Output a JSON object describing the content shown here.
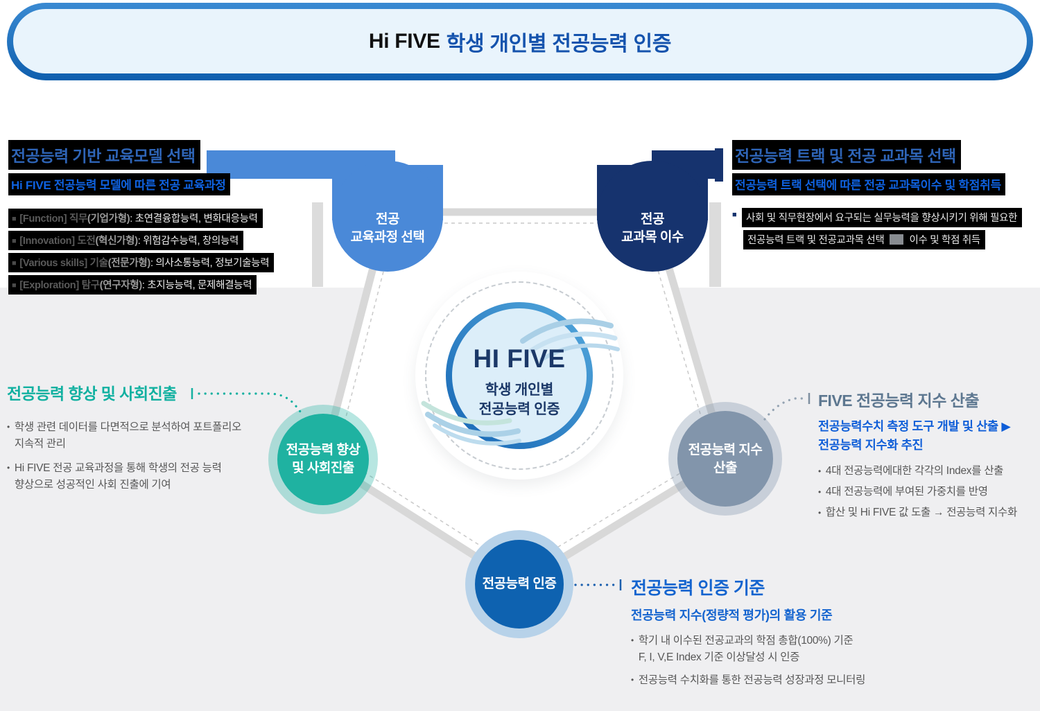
{
  "banner": {
    "title_prefix": "Hi FIVE",
    "title_rest": "학생 개인별 전공능력 인증"
  },
  "center": {
    "title": "HI FIVE",
    "sub1": "학생 개인별",
    "sub2": "전공능력 인증"
  },
  "nodes": {
    "curriculum": {
      "line1": "전공",
      "line2": "교육과정 선택",
      "color": "#4a89d8"
    },
    "courses": {
      "line1": "전공",
      "line2": "교과목 이수",
      "color": "#16336e"
    },
    "improve": {
      "line1": "전공능력 향상",
      "line2": "및 사회진출",
      "color": "#1fb2a1"
    },
    "index": {
      "line1": "전공능력 지수",
      "line2": "산출",
      "color": "#8295ab"
    },
    "cert": {
      "label": "전공능력 인증",
      "color": "#0e62b0"
    }
  },
  "sections": {
    "model": {
      "heading": "전공능력 기반 교육모델 선택",
      "subheading": "Hi FIVE 전공능력 모델에 따른 전공 교육과정",
      "bullets": [
        {
          "en": "[Function] 직무",
          "type": "(기업가형)",
          "desc": ": 초연결융합능력, 변화대응능력"
        },
        {
          "en": "[Innovation] 도전",
          "type": "(혁신가형)",
          "desc": ": 위험감수능력, 창의능력"
        },
        {
          "en": "[Various skills] 기술",
          "type": "(전문가형)",
          "desc": ": 의사소통능력, 정보기술능력"
        },
        {
          "en": "[Exploration] 탐구",
          "type": "(연구자형)",
          "desc": ": 초지능능력, 문제해결능력"
        }
      ]
    },
    "track": {
      "heading": "전공능력 트랙 및 전공 교과목 선택",
      "subheading": "전공능력 트랙 선택에 따른 전공 교과목이수 및 학점취득",
      "line1": "사회 및 직무현장에서 요구되는 실무능력을 향상시키기 위해 필요한",
      "line2_pre": "전공능력 트랙 및 전공교과목 선택",
      "line2_post": "이수 및 학점 취득"
    },
    "improve": {
      "heading": "전공능력 향상 및 사회진출",
      "bullets": [
        {
          "lines": [
            "학생 관련 데이터를 다면적으로 분석하여 포트폴리오",
            "지속적 관리"
          ]
        },
        {
          "lines": [
            "Hi FIVE 전공 교육과정을 통해 학생의 전공 능력",
            "향상으로 성공적인 사회 진출에 기여"
          ]
        }
      ]
    },
    "index": {
      "heading": "FIVE 전공능력 지수 산출",
      "sub1": "전공능력수치 측정 도구 개발 및 산출 ▶",
      "sub2": "전공능력 지수화 추진",
      "bullets": [
        "4대 전공능력에대한 각각의 Index를 산출",
        "4대 전공능력에 부여된 가중치를 반영",
        "합산 및 Hi FIVE 값 도출 → 전공능력 지수화"
      ]
    },
    "cert": {
      "heading": "전공능력 인증 기준",
      "subheading": "전공능력 지수(정량적 평가)의 활용 기준",
      "bullets": [
        {
          "lines": [
            "학기 내 이수된 전공교과의 학점 총합(100%) 기준",
            "F, I, V,E Index 기준 이상달성 시 인증"
          ]
        },
        {
          "lines": [
            "전공능력 수치화를 통한 전공능력 성장과정 모니터링"
          ]
        }
      ]
    }
  },
  "ui": {
    "square_marker": "■",
    "dot_marker": "•"
  },
  "colors": {
    "banner_border": "#1062b4",
    "banner_fill": "#e9f4fc",
    "title_accent": "#1553ad",
    "heading_blue": "#2e64b6",
    "subheading_blue": "#0f62e0",
    "teal_heading": "#10b0a0",
    "slate_heading": "#5d7790",
    "cert_blue": "#1464cf",
    "body_text": "#575757",
    "highlight_bg": "#000000",
    "center_ring": "#1f74c0",
    "center_fill": "#dceef9",
    "pentagon_stroke": "#d8d8d8",
    "background_lower": "#efeff1"
  }
}
